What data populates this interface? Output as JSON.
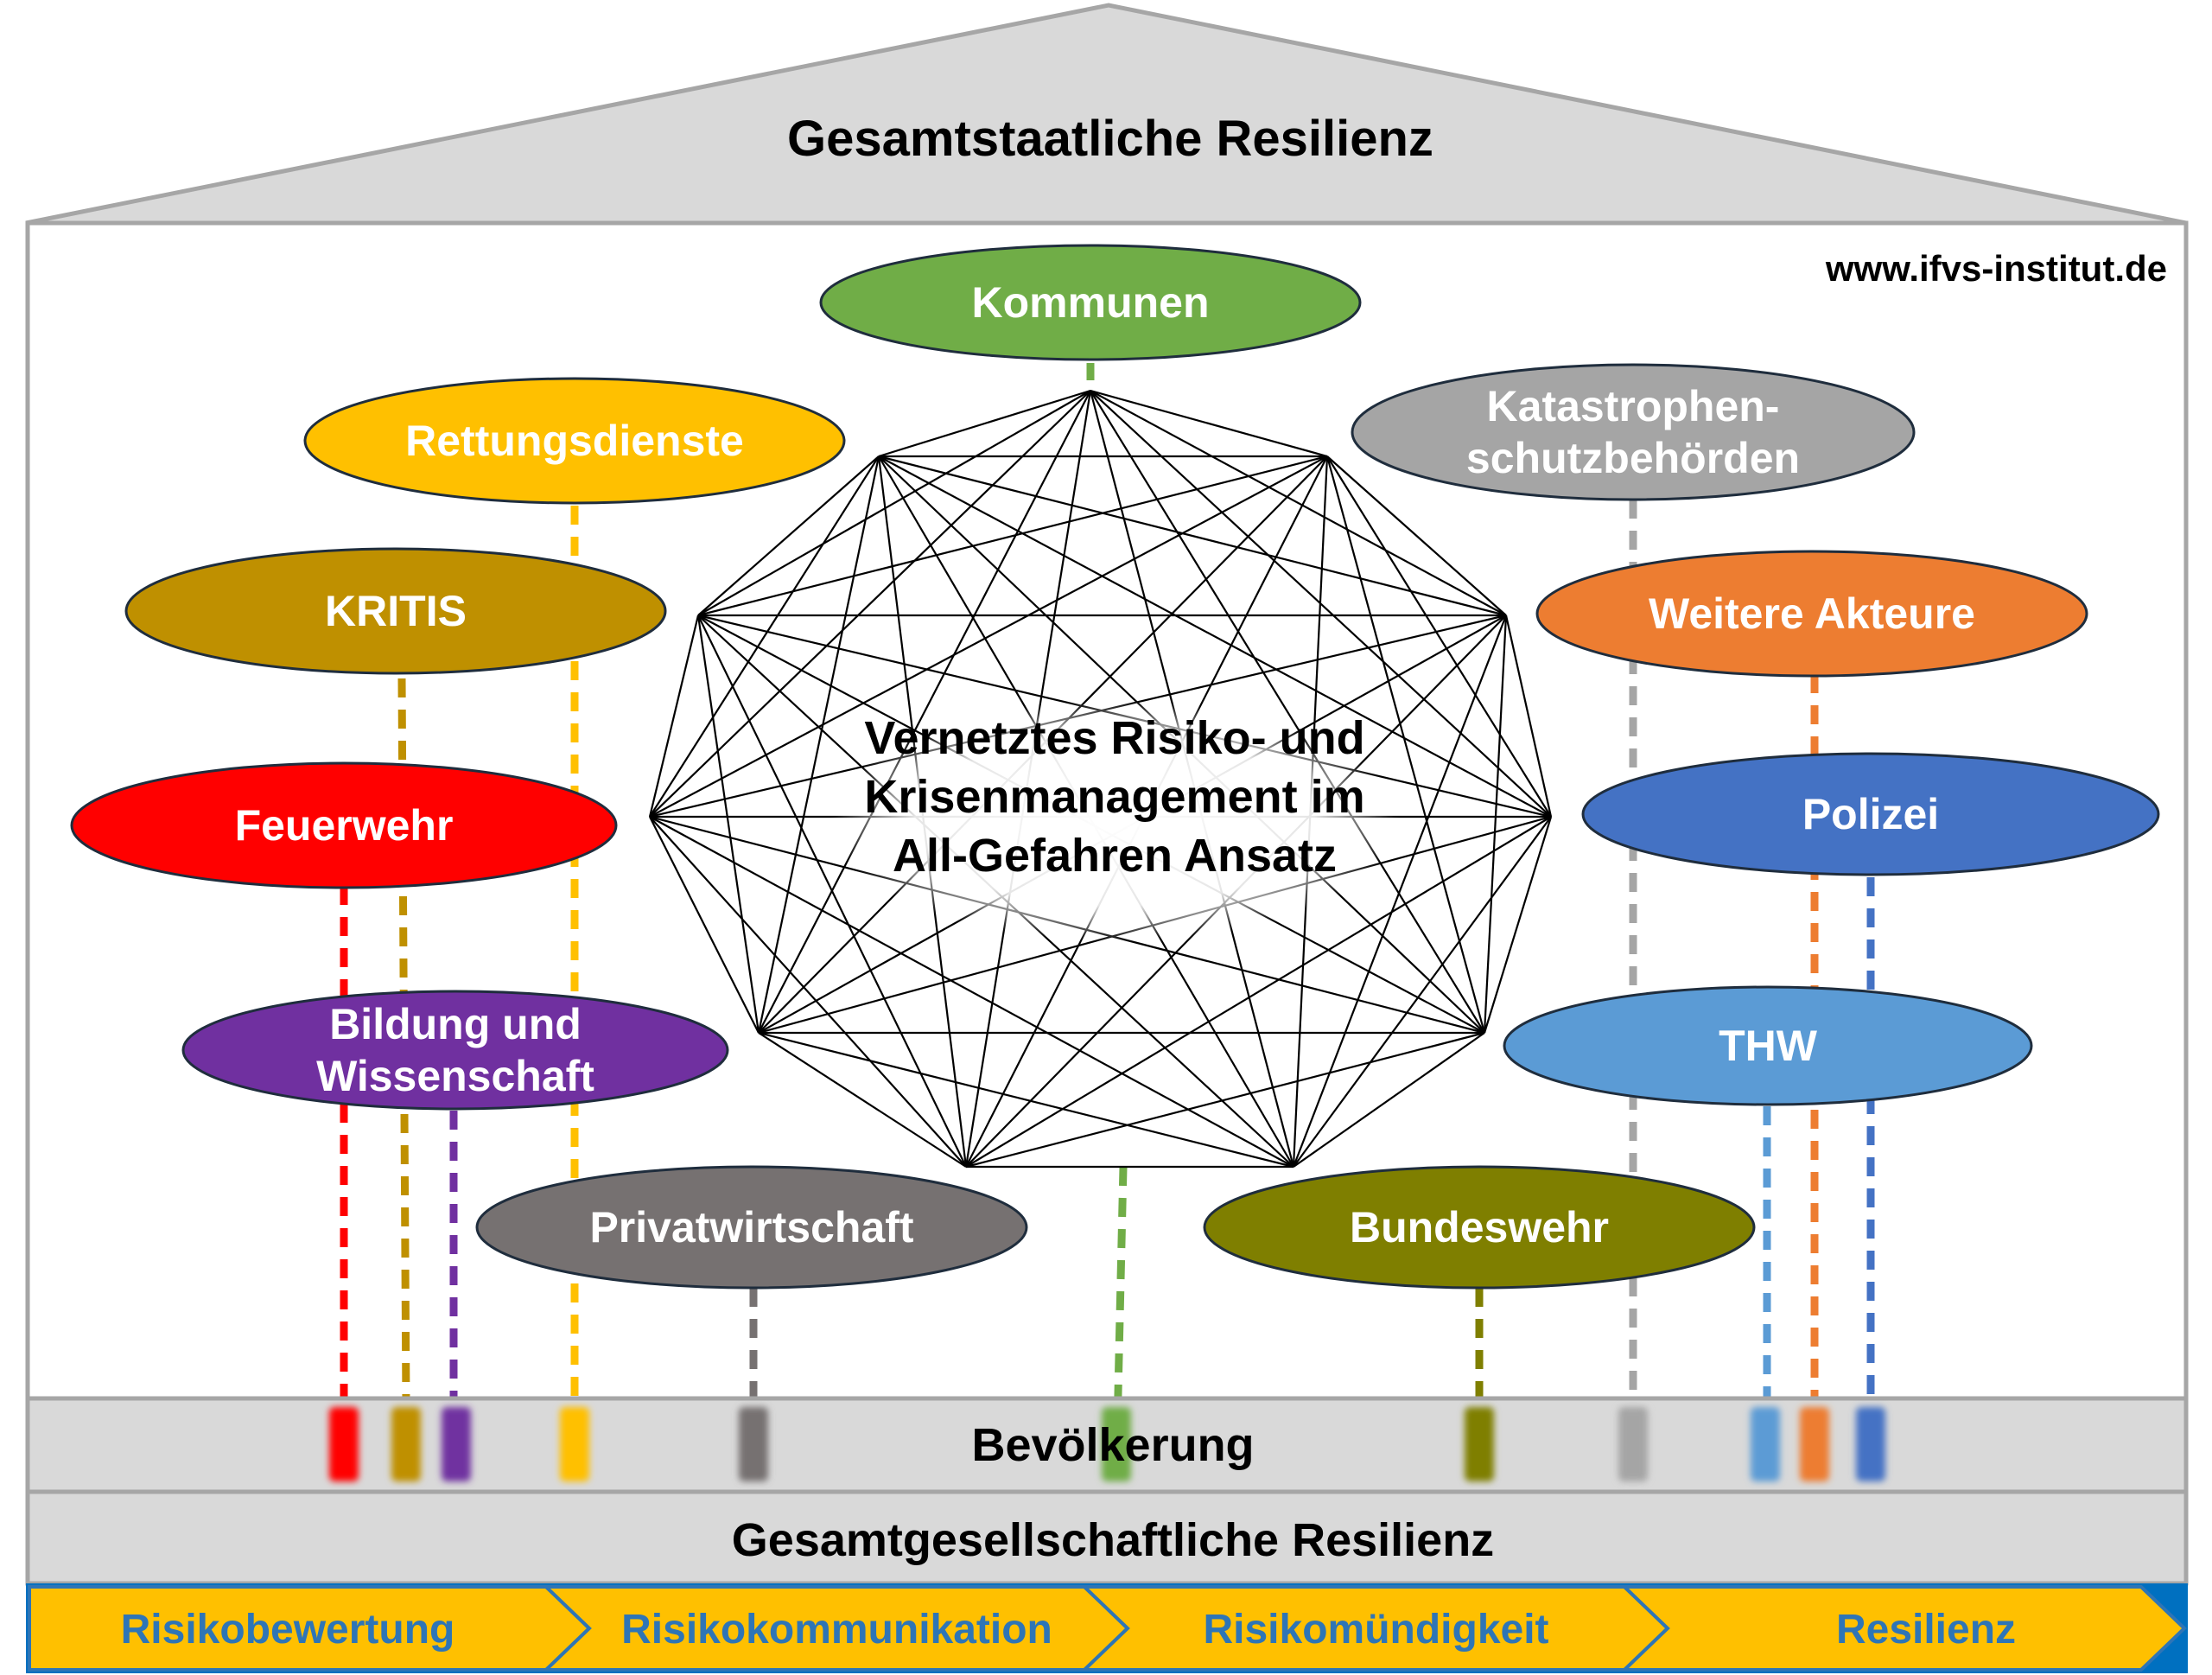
{
  "roof_title": "Gesamtstaatliche Resilienz",
  "website": "www.ifvs-institut.de",
  "center_text": [
    "Vernetztes Risiko- und",
    "Krisenmanagement im",
    "All-Gefahren Ansatz"
  ],
  "population_label": "Bevölkerung",
  "society_label": "Gesamtgesellschaftliche Resilienz",
  "colors": {
    "house_fill": "#d9d9d9",
    "house_stroke": "#a6a6a6",
    "arrow_fill": "#ffc000",
    "arrow_text": "#2e75b6",
    "arrow_border": "#0070c0"
  },
  "actors": [
    {
      "id": "kommunen",
      "lines": [
        "Kommunen"
      ],
      "color": "#70ad47"
    },
    {
      "id": "rettungsdienste",
      "lines": [
        "Rettungsdienste"
      ],
      "color": "#ffc000"
    },
    {
      "id": "katastrophenschutz",
      "lines": [
        "Katastrophen-",
        "schutzbehörden"
      ],
      "color": "#a5a5a5"
    },
    {
      "id": "kritis",
      "lines": [
        "KRITIS"
      ],
      "color": "#bf9000"
    },
    {
      "id": "weitere-akteure",
      "lines": [
        "Weitere Akteure"
      ],
      "color": "#ed7d31"
    },
    {
      "id": "feuerwehr",
      "lines": [
        "Feuerwehr"
      ],
      "color": "#ff0000"
    },
    {
      "id": "polizei",
      "lines": [
        "Polizei"
      ],
      "color": "#4472c4"
    },
    {
      "id": "bildung",
      "lines": [
        "Bildung und",
        "Wissenschaft"
      ],
      "color": "#7030a0"
    },
    {
      "id": "thw",
      "lines": [
        "THW"
      ],
      "color": "#5b9bd5"
    },
    {
      "id": "privatwirtschaft",
      "lines": [
        "Privatwirtschaft"
      ],
      "color": "#767171"
    },
    {
      "id": "bundeswehr",
      "lines": [
        "Bundeswehr"
      ],
      "color": "#7f7f00"
    }
  ],
  "process_steps": [
    "Risikobewertung",
    "Risikokommunikation",
    "Risikomündigkeit",
    "Resilienz"
  ]
}
